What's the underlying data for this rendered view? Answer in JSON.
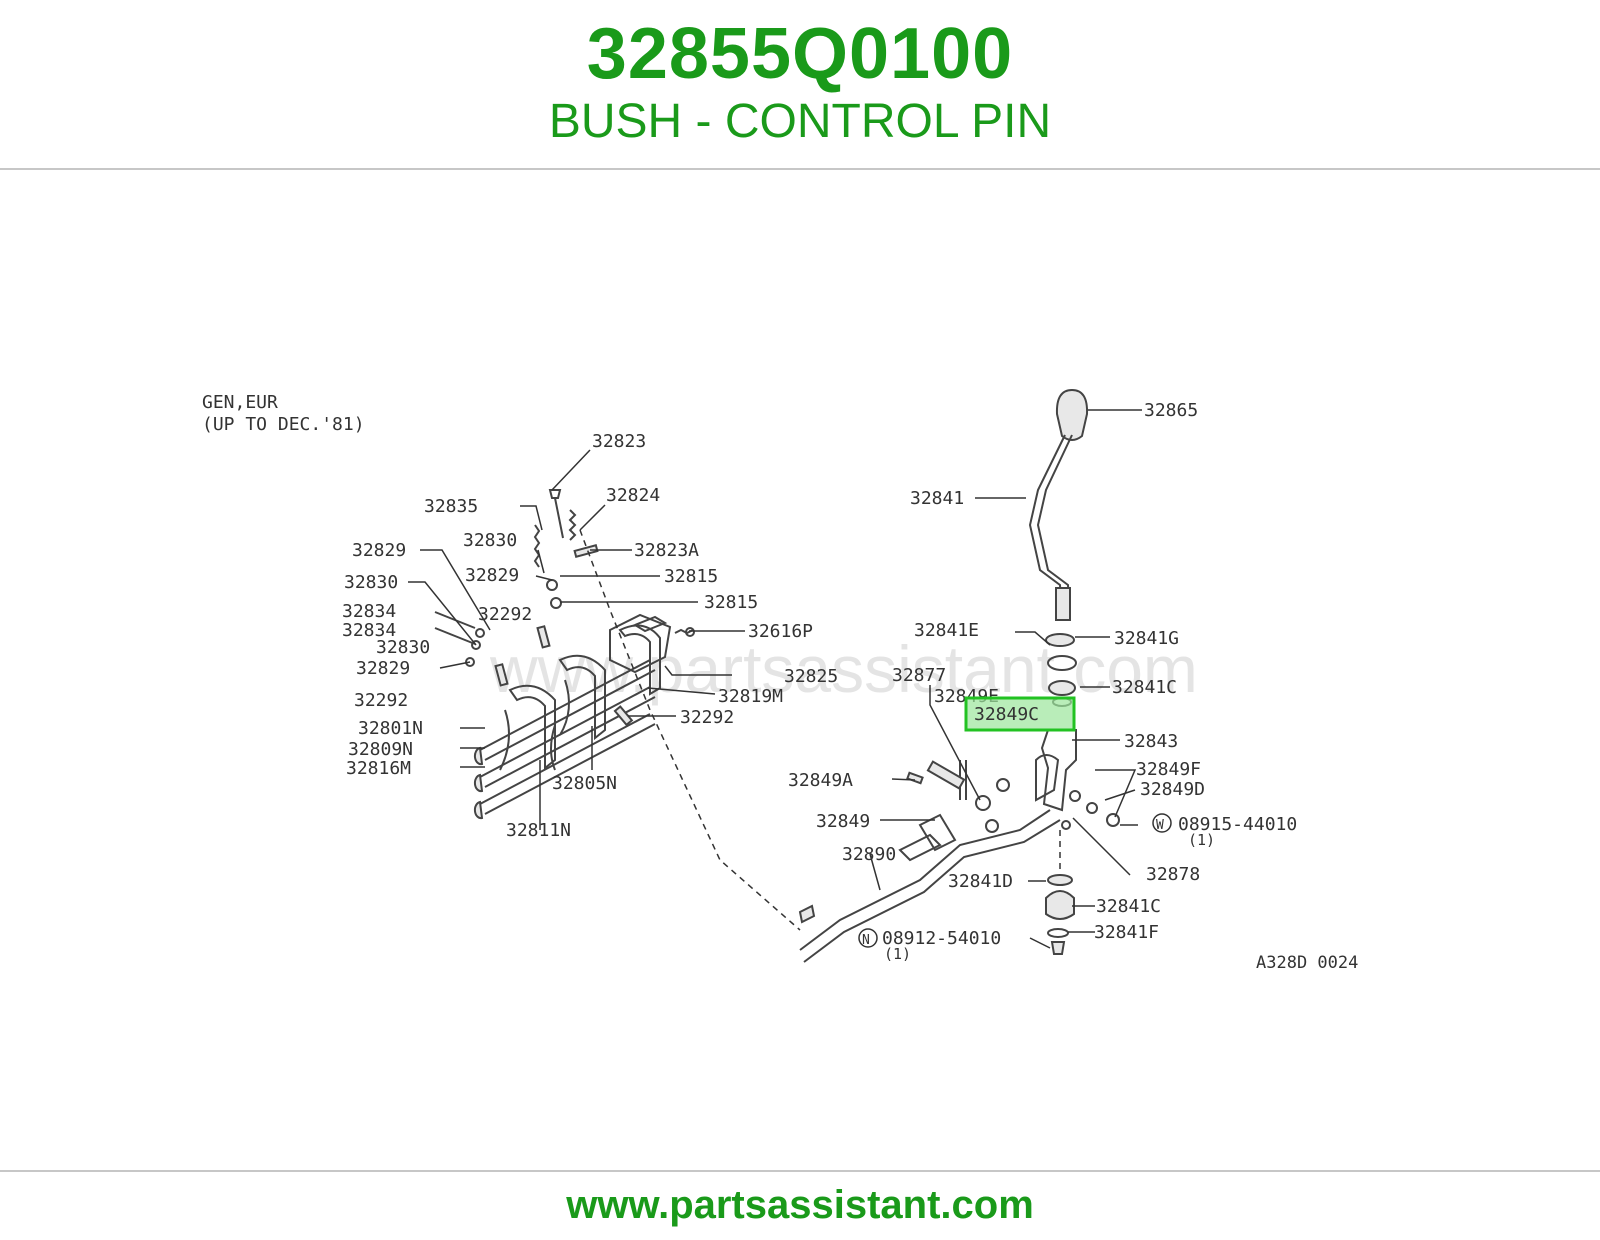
{
  "header": {
    "part_number": "32855Q0100",
    "part_name": "BUSH - CONTROL PIN"
  },
  "footer": {
    "url": "www.partsassistant.com"
  },
  "colors": {
    "brand_green": "#1a9a1a",
    "highlight_fill": "#9be59b",
    "highlight_border": "#22c222"
  },
  "diagram": {
    "note_line1": "GEN,EUR",
    "note_line2": "(UP TO DEC.'81)",
    "watermark": "www.partsassistant.com",
    "figure_code": "A328D 0024",
    "highlighted_callout": "32849C",
    "callouts": {
      "c32865": "32865",
      "c32841": "32841",
      "c32823": "32823",
      "c32824": "32824",
      "c32835": "32835",
      "c32823A": "32823A",
      "c32829a": "32829",
      "c32830a": "32830",
      "c32829b": "32829",
      "c32815a": "32815",
      "c32830b": "32830",
      "c32815b": "32815",
      "c32834a": "32834",
      "c32292a": "32292",
      "c32834b": "32834",
      "c32830c": "32830",
      "c32616P": "32616P",
      "c32829c": "32829",
      "c32825": "32825",
      "c32292b": "32292",
      "c32819M": "32819M",
      "c32292c": "32292",
      "c32801N": "32801N",
      "c32809N": "32809N",
      "c32816M": "32816M",
      "c32805N": "32805N",
      "c32811N": "32811N",
      "c32841E": "32841E",
      "c32841G": "32841G",
      "c32877": "32877",
      "c32849E": "32849E",
      "c32841Ca": "32841C",
      "c32843": "32843",
      "c32849F": "32849F",
      "c32849A": "32849A",
      "c32849D": "32849D",
      "c32849": "32849",
      "c08915": "08915-44010",
      "c08915qty": "(1)",
      "c32890": "32890",
      "c32878": "32878",
      "c32841D": "32841D",
      "c32841Cb": "32841C",
      "c08912": "08912-54010",
      "c08912qty": "(1)",
      "c32841F": "32841F",
      "sym_W": "W",
      "sym_N": "N"
    }
  }
}
